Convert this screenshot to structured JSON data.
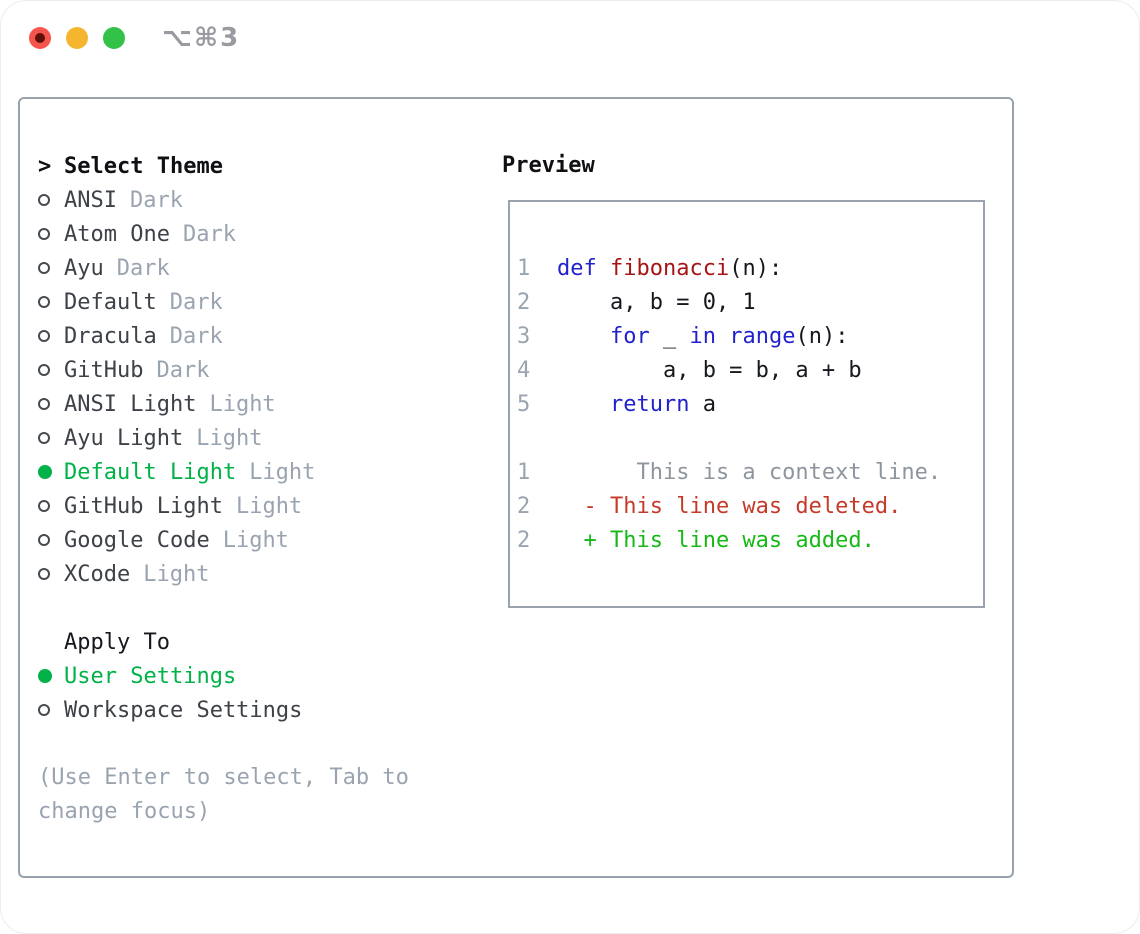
{
  "window": {
    "title": "⌥⌘3",
    "traffic_lights": [
      "close",
      "minimize",
      "zoom"
    ]
  },
  "colors": {
    "accent_green": "#00b247",
    "diff_added_green": "#17b817",
    "diff_deleted_red": "#c53b2a",
    "keyword_blue": "#2222cc",
    "function_red": "#a81414",
    "muted_gray": "#9aa4b0",
    "text_dark": "#3d4148",
    "heading_black": "#0e1013",
    "panel_border": "#99a2ad",
    "traffic_red": "#f6554d",
    "traffic_yellow": "#f6b52e",
    "traffic_green": "#32c248"
  },
  "theme_panel": {
    "heading_prefix": ">",
    "heading": "Select Theme",
    "themes": [
      {
        "name": "ANSI",
        "variant": "Dark",
        "selected": false
      },
      {
        "name": "Atom One",
        "variant": "Dark",
        "selected": false
      },
      {
        "name": "Ayu",
        "variant": "Dark",
        "selected": false
      },
      {
        "name": "Default",
        "variant": "Dark",
        "selected": false
      },
      {
        "name": "Dracula",
        "variant": "Dark",
        "selected": false
      },
      {
        "name": "GitHub",
        "variant": "Dark",
        "selected": false
      },
      {
        "name": "ANSI Light",
        "variant": "Light",
        "selected": false
      },
      {
        "name": "Ayu Light",
        "variant": "Light",
        "selected": false
      },
      {
        "name": "Default Light",
        "variant": "Light",
        "selected": true
      },
      {
        "name": "GitHub Light",
        "variant": "Light",
        "selected": false
      },
      {
        "name": "Google Code",
        "variant": "Light",
        "selected": false
      },
      {
        "name": "XCode",
        "variant": "Light",
        "selected": false
      }
    ],
    "apply_heading": "Apply To",
    "apply_options": [
      {
        "label": "User Settings",
        "selected": true
      },
      {
        "label": "Workspace Settings",
        "selected": false
      }
    ],
    "hint_lines": [
      "(Use Enter to select, Tab to",
      "change focus)"
    ]
  },
  "preview": {
    "heading": "Preview",
    "lines": [
      {
        "num": "1",
        "tokens": [
          {
            "t": "def ",
            "c": "kw"
          },
          {
            "t": "fibonacci",
            "c": "fn"
          },
          {
            "t": "(n):",
            "c": "plain"
          }
        ]
      },
      {
        "num": "2",
        "tokens": [
          {
            "t": "    a, b = 0, 1",
            "c": "plain"
          }
        ]
      },
      {
        "num": "3",
        "tokens": [
          {
            "t": "    ",
            "c": "plain"
          },
          {
            "t": "for",
            "c": "kw"
          },
          {
            "t": " _ ",
            "c": "plain"
          },
          {
            "t": "in",
            "c": "kw"
          },
          {
            "t": " ",
            "c": "plain"
          },
          {
            "t": "range",
            "c": "kw"
          },
          {
            "t": "(n):",
            "c": "plain"
          }
        ]
      },
      {
        "num": "4",
        "tokens": [
          {
            "t": "        a, b = b, a + b",
            "c": "plain"
          }
        ]
      },
      {
        "num": "5",
        "tokens": [
          {
            "t": "    ",
            "c": "plain"
          },
          {
            "t": "return",
            "c": "kw"
          },
          {
            "t": " a",
            "c": "plain"
          }
        ]
      },
      {
        "num": "",
        "tokens": []
      },
      {
        "num": "1",
        "tokens": [
          {
            "t": "      This is a context line.",
            "c": "ctx"
          }
        ]
      },
      {
        "num": "2",
        "tokens": [
          {
            "t": "  - This line was deleted.",
            "c": "del"
          }
        ]
      },
      {
        "num": "2",
        "tokens": [
          {
            "t": "  + This line was added.",
            "c": "add"
          }
        ]
      }
    ]
  }
}
